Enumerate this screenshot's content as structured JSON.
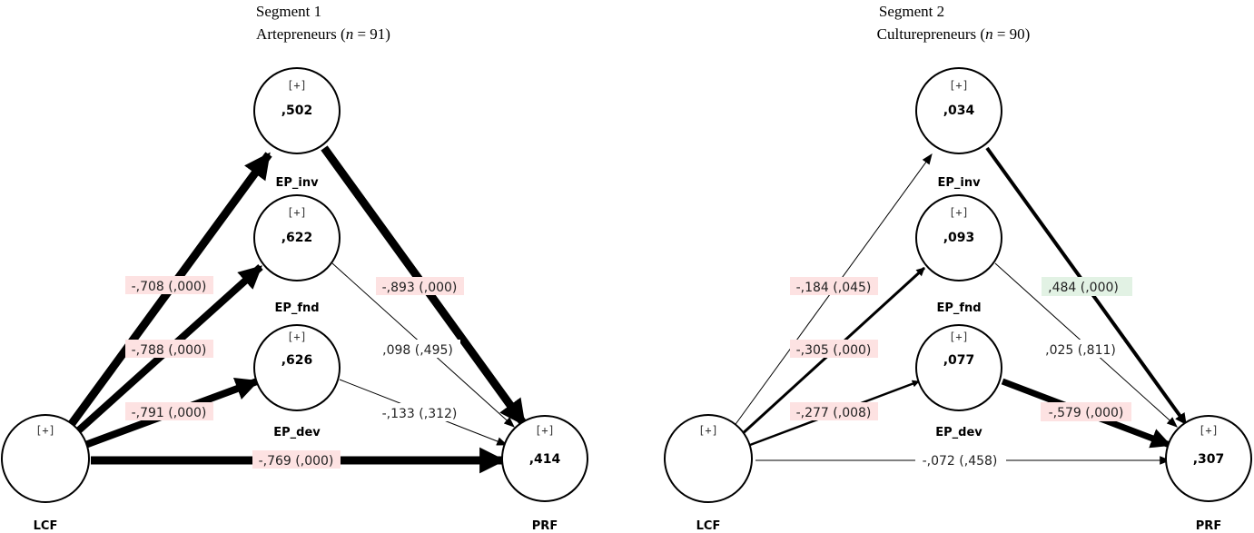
{
  "segments": [
    {
      "id": "seg1",
      "title_line1": "Segment 1",
      "title_line2_text": "Artepreneurs (",
      "title_n": "n",
      "title_n_value": " = 91)",
      "nodes": {
        "ep_inv": {
          "plus": "[+]",
          "value": ",502",
          "label": "EP_inv"
        },
        "ep_fnd": {
          "plus": "[+]",
          "value": ",622",
          "label": "EP_fnd"
        },
        "ep_dev": {
          "plus": "[+]",
          "value": ",626",
          "label": "EP_dev"
        },
        "lcf": {
          "plus": "[+]",
          "value": "",
          "label": "LCF"
        },
        "prf": {
          "plus": "[+]",
          "value": ",414",
          "label": "PRF"
        }
      },
      "paths": [
        {
          "id": "lcf-inv",
          "label": "-,708 (,000)",
          "highlight": "#fde2e2",
          "weight": "thick"
        },
        {
          "id": "lcf-fnd",
          "label": "-,788 (,000)",
          "highlight": "#fde2e2",
          "weight": "thick"
        },
        {
          "id": "lcf-dev",
          "label": "-,791 (,000)",
          "highlight": "#fde2e2",
          "weight": "thick"
        },
        {
          "id": "lcf-prf",
          "label": "-,769 (,000)",
          "highlight": "#fde2e2",
          "weight": "thick"
        },
        {
          "id": "inv-prf",
          "label": "-,893 (,000)",
          "highlight": "#fde2e2",
          "weight": "thick"
        },
        {
          "id": "fnd-prf",
          "label": ",098 (,495)",
          "highlight": "",
          "weight": "thin"
        },
        {
          "id": "dev-prf",
          "label": "-,133 (,312)",
          "highlight": "",
          "weight": "thin"
        }
      ]
    },
    {
      "id": "seg2",
      "title_line1": "Segment 2",
      "title_line2_text": "Culturepreneurs (",
      "title_n": "n",
      "title_n_value": " = 90)",
      "nodes": {
        "ep_inv": {
          "plus": "[+]",
          "value": ",034",
          "label": "EP_inv"
        },
        "ep_fnd": {
          "plus": "[+]",
          "value": ",093",
          "label": "EP_fnd"
        },
        "ep_dev": {
          "plus": "[+]",
          "value": ",077",
          "label": "EP_dev"
        },
        "lcf": {
          "plus": "[+]",
          "value": "",
          "label": "LCF"
        },
        "prf": {
          "plus": "[+]",
          "value": ",307",
          "label": "PRF"
        }
      },
      "paths": [
        {
          "id": "lcf-inv",
          "label": "-,184 (,045)",
          "highlight": "#fde2e2",
          "weight": "thin"
        },
        {
          "id": "lcf-fnd",
          "label": "-,305 (,000)",
          "highlight": "#fde2e2",
          "weight": "medium"
        },
        {
          "id": "lcf-dev",
          "label": "-,277 (,008)",
          "highlight": "#fde2e2",
          "weight": "medium"
        },
        {
          "id": "lcf-prf",
          "label": "-,072 (,458)",
          "highlight": "",
          "weight": "thin"
        },
        {
          "id": "inv-prf",
          "label": ",484 (,000)",
          "highlight": "#e2f2e4",
          "weight": "medium"
        },
        {
          "id": "fnd-prf",
          "label": ",025 (,811)",
          "highlight": "",
          "weight": "thin"
        },
        {
          "id": "dev-prf",
          "label": "-,579 (,000)",
          "highlight": "#fde2e2",
          "weight": "thick"
        }
      ]
    }
  ]
}
